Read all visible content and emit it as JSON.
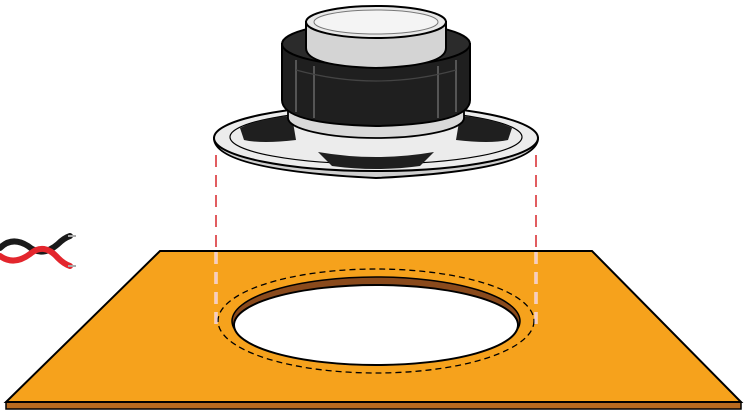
{
  "diagram": {
    "components": [
      {
        "id": "speaker",
        "icon": "speaker-driver-icon"
      },
      {
        "id": "panel",
        "icon": "mounting-panel-icon"
      },
      {
        "id": "cutout",
        "icon": "circular-cutout-icon"
      },
      {
        "id": "wires",
        "icon": "speaker-wire-icon"
      }
    ],
    "alignment_guides": {
      "style": "dashed",
      "color": "#d7262c"
    },
    "colors": {
      "panel_top": "#f6a21c",
      "panel_edge": "#b86a1f",
      "cutout_rim": "#8a4a1c",
      "speaker_frame": "#e9e9e9",
      "speaker_magnet": "#1f1f1f",
      "wire_red": "#e3262d",
      "wire_black": "#1a1a1a",
      "outline": "#000000"
    }
  }
}
